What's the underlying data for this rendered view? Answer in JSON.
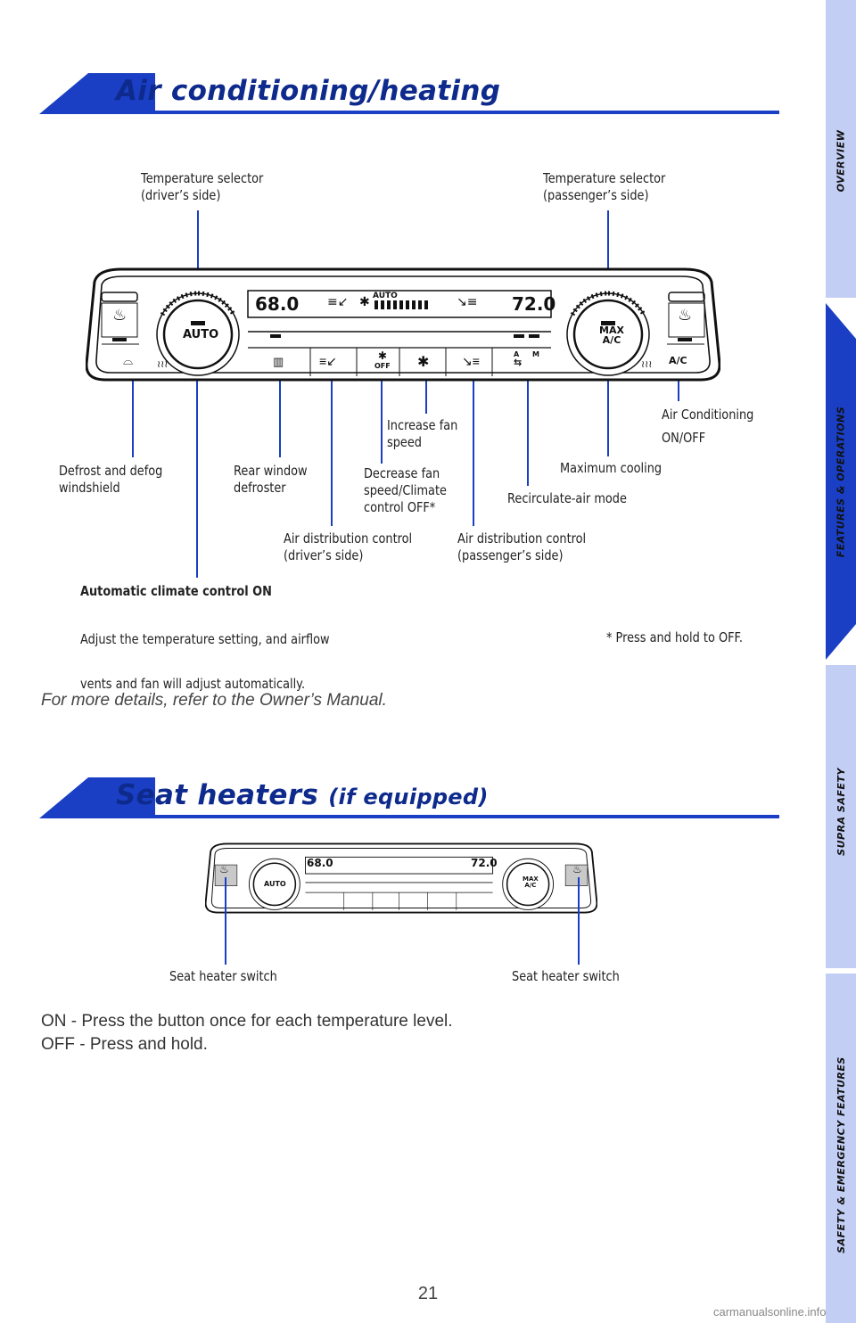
{
  "section1": {
    "title": "Air conditioning/heating"
  },
  "section2": {
    "title": "Seat heaters",
    "title_suffix": "(if equipped)"
  },
  "panel": {
    "temp_left": "68.0",
    "temp_right": "72.0",
    "auto_display": "AUTO",
    "auto_button": "AUTO",
    "max_ac_line1": "MAX",
    "max_ac_line2": "A/C",
    "fan_off": "OFF",
    "ac_button": "A/C",
    "recirc_a": "A",
    "recirc_m": "M"
  },
  "callouts": {
    "temp_driver": "Temperature selector\n(driver’s side)",
    "temp_passenger": "Temperature selector\n(passenger’s side)",
    "increase_fan": "Increase fan\nspeed",
    "ac_onoff_line1": "Air Conditioning",
    "ac_onoff_line2": "ON/OFF",
    "defrost": "Defrost and defog\nwindshield",
    "rear_window": "Rear window\ndefroster",
    "decrease_fan": "Decrease fan\nspeed/Climate\ncontrol OFF*",
    "max_cooling": "Maximum cooling",
    "recirculate": "Recirculate-air mode",
    "air_dist_driver": "Air distribution control\n(driver’s side)",
    "air_dist_passenger": "Air distribution control\n(passenger’s side)",
    "auto_climate_title": "Automatic climate control ON",
    "auto_climate_line1": "Adjust the temperature setting, and airflow",
    "auto_climate_line2": "vents and fan will adjust automatically.",
    "footnote": "* Press and hold to OFF."
  },
  "more_details": "For more details, refer to the Owner’s Manual.",
  "seat": {
    "left_label": "Seat heater switch",
    "right_label": "Seat heater switch",
    "on_text": "ON - Press the button once for each temperature level.",
    "off_text": "OFF - Press and hold."
  },
  "sidebar": {
    "tabs": [
      "OVERVIEW",
      "FEATURES & OPERATIONS",
      "SUPRA SAFETY",
      "SAFETY & EMERGENCY FEATURES"
    ],
    "active_tab": "FEATURES & OPERATIONS"
  },
  "page_number": "21",
  "watermark": "carmanualsonline.info",
  "colors": {
    "accent": "#1a3fc4",
    "title": "#0d2a8c",
    "sidebar_inactive": "#c3cef4"
  }
}
